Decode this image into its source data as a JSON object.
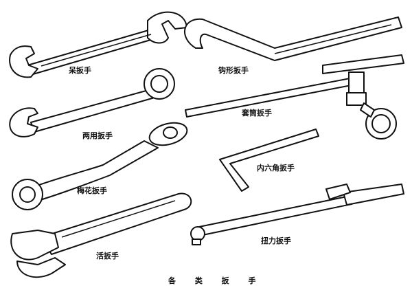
{
  "labels": {
    "open_end": "呆扳手",
    "hook": "钩形扳手",
    "combination": "两用扳手",
    "socket": "套筒扳手",
    "box_end": "梅花扳手",
    "hex_key": "内六角扳手",
    "adjustable": "活扳手",
    "torque": "扭力扳手"
  },
  "caption": "各 类 扳 手"
}
